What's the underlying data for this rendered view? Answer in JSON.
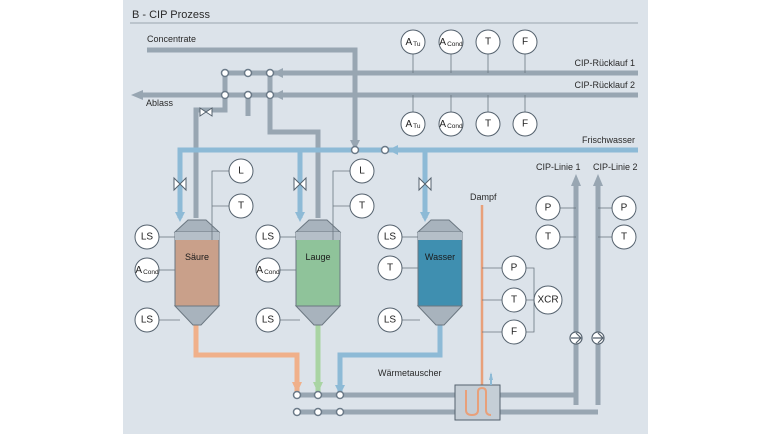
{
  "title": "B - CIP Prozess",
  "labels": {
    "concentrate": "Concentrate",
    "drains": "Ablass",
    "return_flow_1": "CIP-Rücklauf 1",
    "return_flow_2": "CIP-Rücklauf 2",
    "fresh_water": "Frischwasser",
    "cip_line_1": "CIP-Linie 1",
    "cip_line_2": "CIP-Linie 2",
    "steam": "Dampf",
    "heat_exchanger": "Wärmetauscher"
  },
  "tanks": [
    {
      "id": "acid",
      "label": "Säure",
      "color": "#c9a08a"
    },
    {
      "id": "caustic",
      "label": "Lauge",
      "color": "#8fc39a"
    },
    {
      "id": "water",
      "label": "Wasser",
      "color": "#3f8fb0"
    }
  ],
  "instruments": {
    "return1": [
      "A",
      "A",
      "T",
      "F"
    ],
    "return1_sub": [
      "Tu",
      "Cond",
      "",
      ""
    ],
    "return2": [
      "A",
      "A",
      "T",
      "F"
    ],
    "return2_sub": [
      "Tu",
      "Cond",
      "",
      ""
    ],
    "level": "L",
    "temp": "T",
    "level_switch": "LS",
    "analyzer": "A",
    "analyzer_sub": "Cond",
    "pressure": "P",
    "flow": "F",
    "controller": "XCR"
  }
}
